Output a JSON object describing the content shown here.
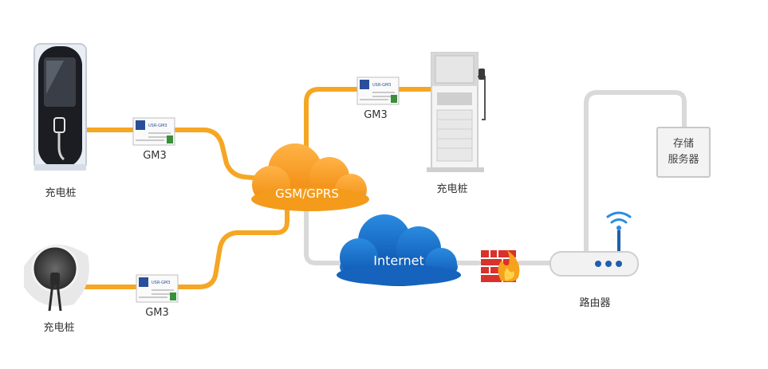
{
  "diagram": {
    "colors": {
      "link_4g": "#f39c12",
      "link_wired": "#d9d9d9",
      "cloud_gsm": "#f7941d",
      "cloud_internet": "#1f6fc5"
    },
    "nodes": {
      "charger_top_left": {
        "label": "充电桩",
        "icon": "ev-charger-wall-icon"
      },
      "charger_bottom_left": {
        "label": "充电桩",
        "icon": "ev-charger-round-icon"
      },
      "charger_top_right": {
        "label": "充电桩",
        "icon": "ev-charger-cabinet-icon"
      },
      "module_left_top": {
        "label": "GM3",
        "chip_text": "USR-GM3",
        "icon": "gm3-module-icon"
      },
      "module_left_bottom": {
        "label": "GM3",
        "chip_text": "USR-GM3",
        "icon": "gm3-module-icon"
      },
      "module_top_right": {
        "label": "GM3",
        "chip_text": "USR-GM3",
        "icon": "gm3-module-icon"
      },
      "cloud_gsm": {
        "label": "GSM/GPRS",
        "icon": "cloud-icon"
      },
      "cloud_internet": {
        "label": "Internet",
        "icon": "cloud-icon"
      },
      "firewall": {
        "icon": "firewall-icon"
      },
      "router": {
        "label": "路由器",
        "icon": "router-icon"
      },
      "storage_server": {
        "line1": "存储",
        "line2": "服务器"
      }
    }
  }
}
